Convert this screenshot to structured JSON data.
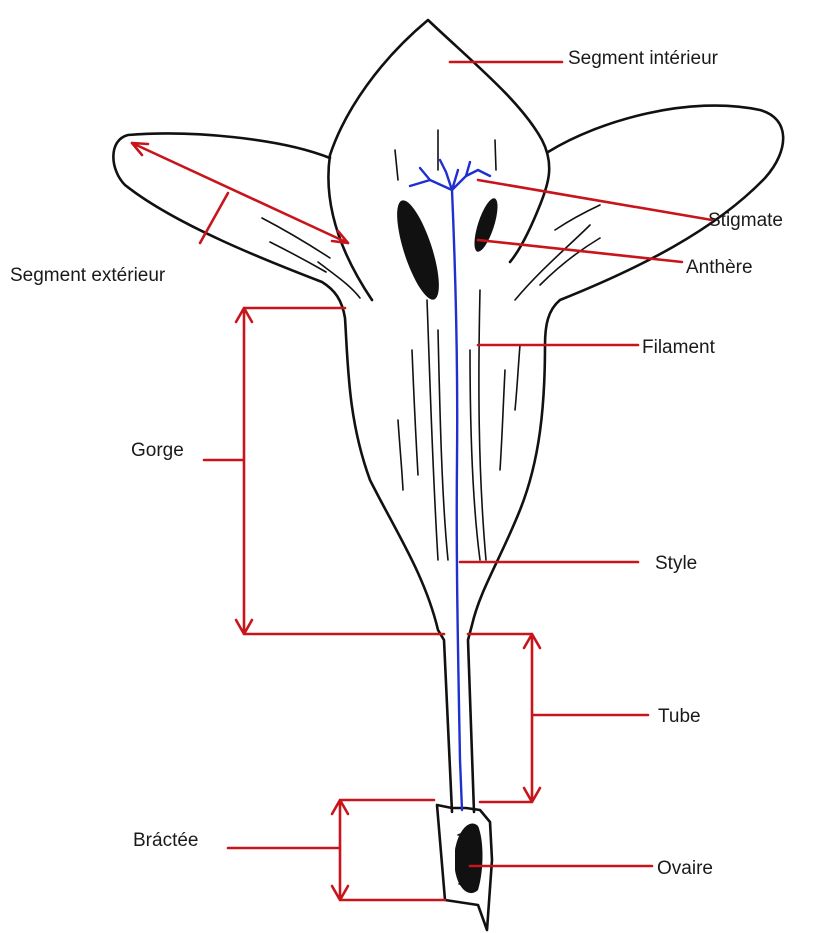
{
  "labels": {
    "segment_interieur": "Segment intérieur",
    "segment_exterieur": "Segment extérieur",
    "stigmate": "Stigmate",
    "anthere": "Anthère",
    "filament": "Filament",
    "gorge": "Gorge",
    "style": "Style",
    "tube": "Tube",
    "bractee": "Bráctée",
    "ovaire": "Ovaire"
  },
  "colors": {
    "outline": "#111111",
    "leader_lines": "#c8151b",
    "style": "#1f2fd1",
    "label_text": "#1a1a1a",
    "background": "#ffffff"
  }
}
